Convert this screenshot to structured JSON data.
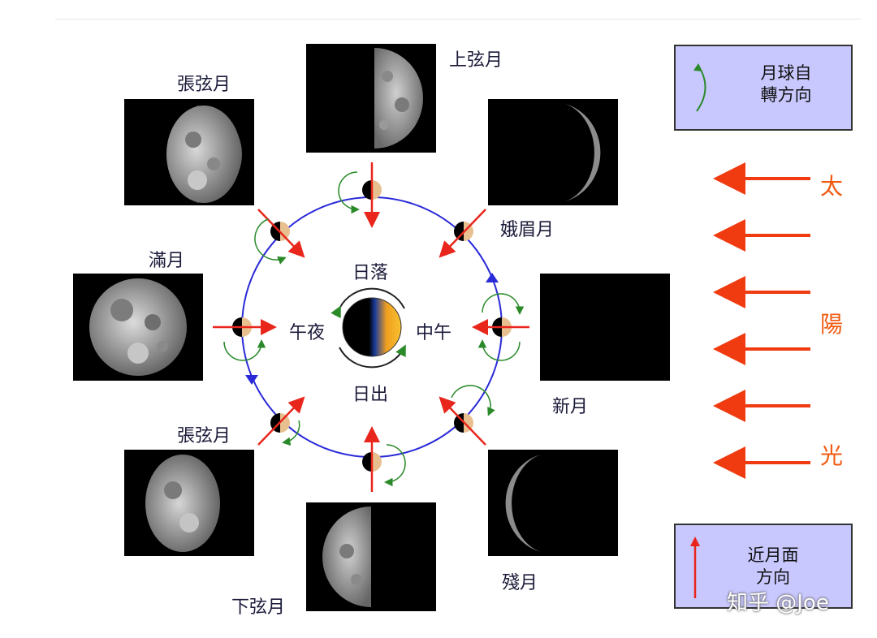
{
  "phases": {
    "first_quarter": "上弦月",
    "waxing_gibbous": "張弦月",
    "waxing_crescent": "娥眉月",
    "full_moon": "滿月",
    "new_moon": "新月",
    "waning_gibbous": "張弦月",
    "waning_crescent": "殘月",
    "last_quarter": "下弦月"
  },
  "earth": {
    "sunset": "日落",
    "sunrise": "日出",
    "noon": "中午",
    "midnight": "午夜"
  },
  "sunlight": {
    "chars": [
      "太",
      "陽",
      "光"
    ]
  },
  "legend": {
    "rotation_line1": "月球自",
    "rotation_line2": "轉方向",
    "near_side_line1": "近月面",
    "near_side_line2": "方向"
  },
  "watermark": "知乎 @Joe",
  "colors": {
    "orbit": "#2a2ad8",
    "arrow_red": "#e8261c",
    "sun_arrow": "#f03a10",
    "rotation_green": "#2a8a2a",
    "legend_bg": "#c8c8ff",
    "sun_text": "#f05a10"
  }
}
